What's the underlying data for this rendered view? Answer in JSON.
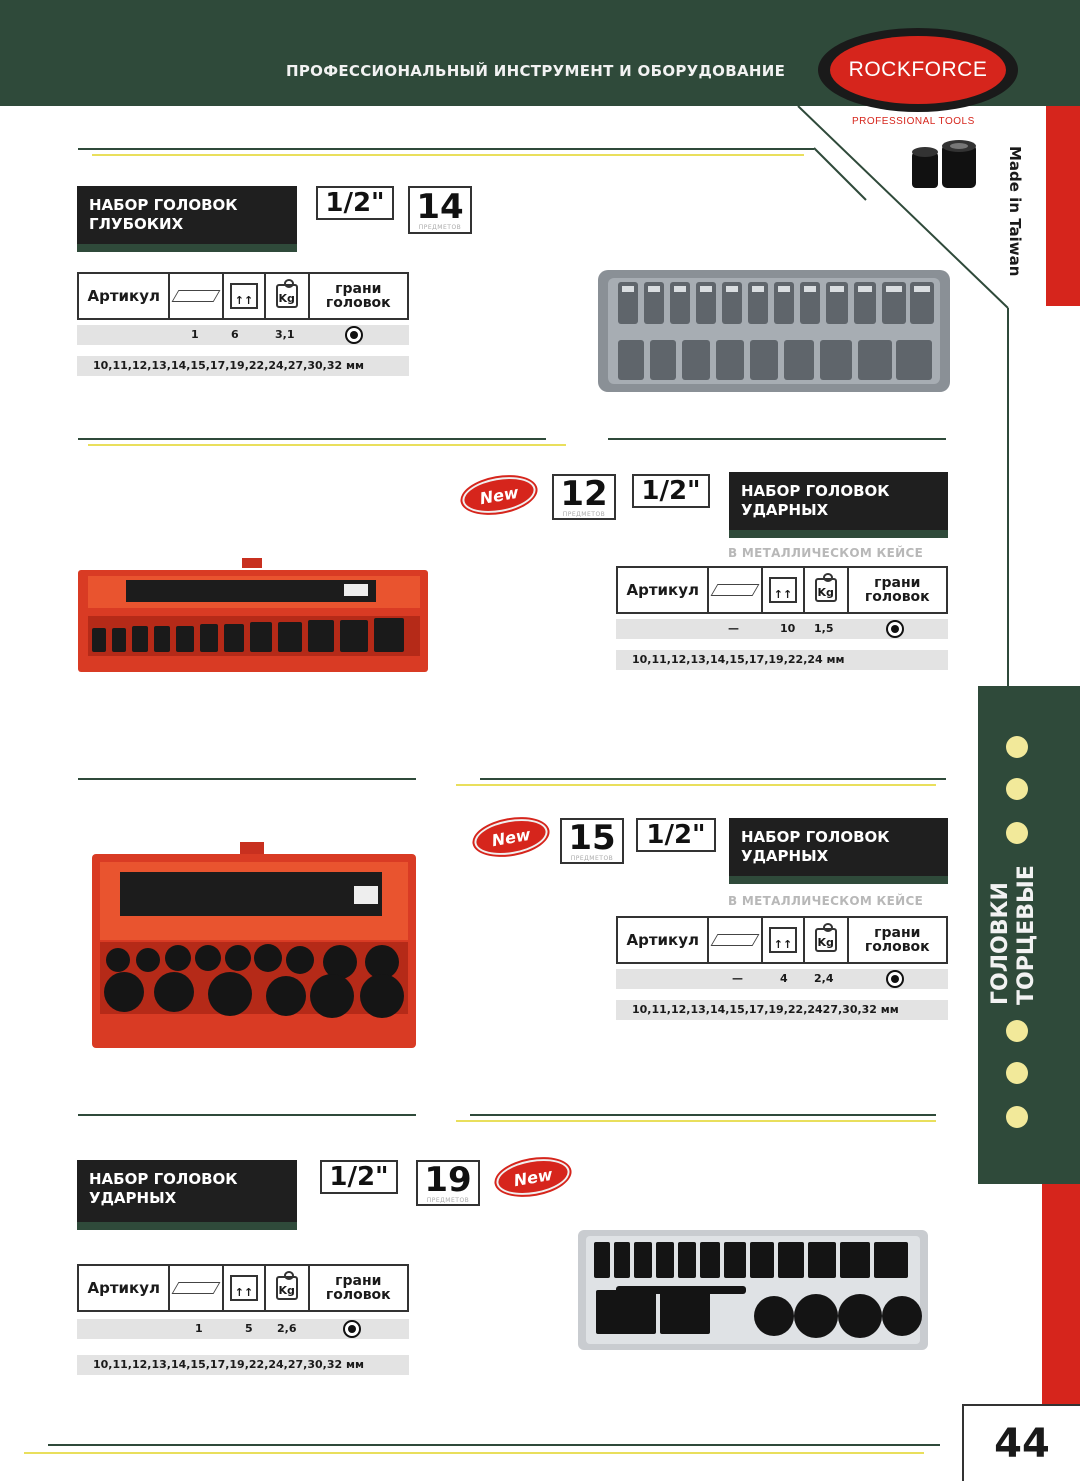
{
  "header": {
    "tagline": "ПРОФЕССИОНАЛЬНЫЙ ИНСТРУМЕНТ И ОБОРУДОВАНИЕ",
    "logo_text": "ROCKFORCE",
    "logo_subtitle": "PROFESSIONAL TOOLS"
  },
  "made_in": "Made in Taiwan",
  "side_tab": {
    "line1": "ГОЛОВКИ",
    "line2": "ТОРЦЕВЫЕ"
  },
  "table_headers": {
    "article": "Артикул",
    "pack_icon": "box-stack-icon",
    "kg_icon": "weight-kg-icon",
    "kg_label": "Kg",
    "edges": "грани головок"
  },
  "count_label": "ПРЕДМЕТОВ",
  "new_label": "New",
  "products": [
    {
      "title": "НАБОР ГОЛОВОК ГЛУБОКИХ",
      "subtitle": "",
      "drive": "1/2\"",
      "count": "14",
      "is_new": false,
      "box_qty": "1",
      "pack_qty": "6",
      "weight": "3,1",
      "sizes": "10,11,12,13,14,15,17,19,22,24,27,30,32 мм"
    },
    {
      "title": "НАБОР ГОЛОВОК УДАРНЫХ",
      "subtitle": "В МЕТАЛЛИЧЕСКОМ КЕЙСЕ",
      "drive": "1/2\"",
      "count": "12",
      "is_new": true,
      "box_qty": "—",
      "pack_qty": "10",
      "weight": "1,5",
      "sizes": "10,11,12,13,14,15,17,19,22,24 мм"
    },
    {
      "title": "НАБОР ГОЛОВОК УДАРНЫХ",
      "subtitle": "В МЕТАЛЛИЧЕСКОМ КЕЙСЕ",
      "drive": "1/2\"",
      "count": "15",
      "is_new": true,
      "box_qty": "—",
      "pack_qty": "4",
      "weight": "2,4",
      "sizes": "10,11,12,13,14,15,17,19,22,2427,30,32 мм"
    },
    {
      "title": "НАБОР ГОЛОВОК УДАРНЫХ",
      "subtitle": "",
      "drive": "1/2\"",
      "count": "19",
      "is_new": true,
      "box_qty": "1",
      "pack_qty": "5",
      "weight": "2,6",
      "sizes": "10,11,12,13,14,15,17,19,22,24,27,30,32 мм"
    }
  ],
  "page_number": "44",
  "colors": {
    "brand_green": "#2f4a3a",
    "brand_red": "#d6251c",
    "accent_yellow": "#e9df5c"
  }
}
